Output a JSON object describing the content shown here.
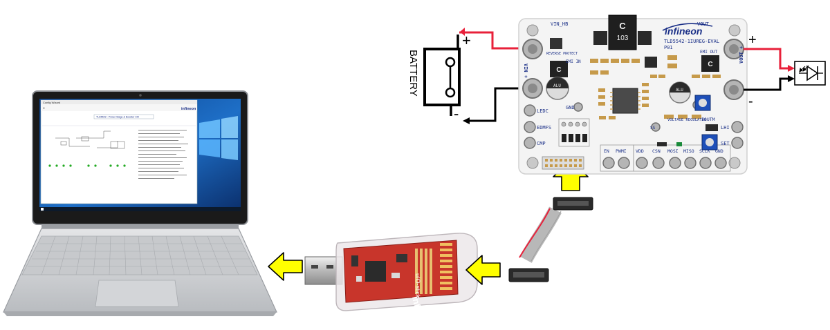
{
  "battery": {
    "label": "BATTERY",
    "plus": "+",
    "minus": "-"
  },
  "load": {
    "plus": "+",
    "minus": "-"
  },
  "board": {
    "brand": "infineon",
    "part_number": "TLD5542-1IUREG-EVAL",
    "revision": "P01",
    "inductor_letter": "C",
    "inductor_value": "103",
    "labels": {
      "vin_hb": "VIN_HB",
      "vout_top": "VOUT",
      "vin_side": "VIN +",
      "vout_side": "VOUT +",
      "reverse_protect": "REVERSE PROTECT",
      "emi_in": "EMI IN",
      "emi_out": "EMI OUT",
      "ledc": "LEDC",
      "edmfs": "EDMFS",
      "cmp": "CMP",
      "gnd": "GND",
      "voltage_regulator": "VOLTAGE REGULATOR",
      "ioutm": "IOUTM",
      "lhi": "LHI",
      "set": "SET",
      "ss": "SS",
      "en": "EN",
      "pwmi": "PWMI",
      "vdd": "VDD",
      "csn": "CSN",
      "mosi": "MOSI",
      "miso": "MISO",
      "sclk": "SCLK",
      "gnd2": "GND",
      "alu": "ALU",
      "alu2": "ALU"
    }
  },
  "dongle": {
    "brand": "infineon",
    "chip_label": "uIO-stick"
  },
  "laptop": {
    "window_title": "Config Wizard",
    "brand": "infineon",
    "banner": "TLD5542 - Power Stage & Booster Ctrl"
  },
  "colors": {
    "arrow_fill": "#ffff00",
    "wire_red": "#e8203a",
    "wire_black": "#000000",
    "board_white": "#f4f4f4",
    "board_pad": "#c69a4a",
    "dongle_red": "#c8352b",
    "laptop_silver": "#cfd1d4",
    "screen_blue": "#1e6fc7",
    "infineon_blue": "#1a2f87"
  }
}
